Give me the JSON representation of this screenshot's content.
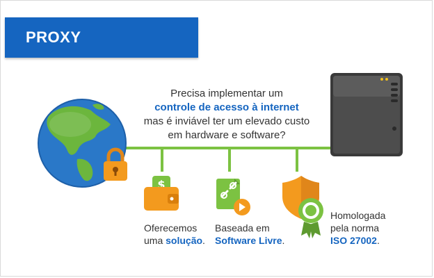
{
  "title": "PROXY",
  "question": {
    "line1": "Precisa implementar um",
    "line2": "controle de acesso à internet",
    "line3": "mas é inviável ter um elevado custo",
    "line4": "em hardware e software?"
  },
  "features": [
    {
      "pre": "Oferecemos",
      "mid": "uma ",
      "bold": "solução",
      "post": "."
    },
    {
      "pre": "Baseada em",
      "mid": "",
      "bold": "Software Livre",
      "post": "."
    },
    {
      "pre": "Homologada",
      "mid": "pela norma",
      "bold": "ISO 27002",
      "post": "."
    }
  ],
  "icons": [
    "globe-icon",
    "padlock-icon",
    "server-icon",
    "wallet-dollar-icon",
    "broken-link-document-icon",
    "shield-icon",
    "award-seal-icon"
  ],
  "colors": {
    "title_bg": "#1565c0",
    "highlight": "#1565c0",
    "line": "#7cc242",
    "orange": "#f39a1e",
    "green": "#7cc242"
  }
}
